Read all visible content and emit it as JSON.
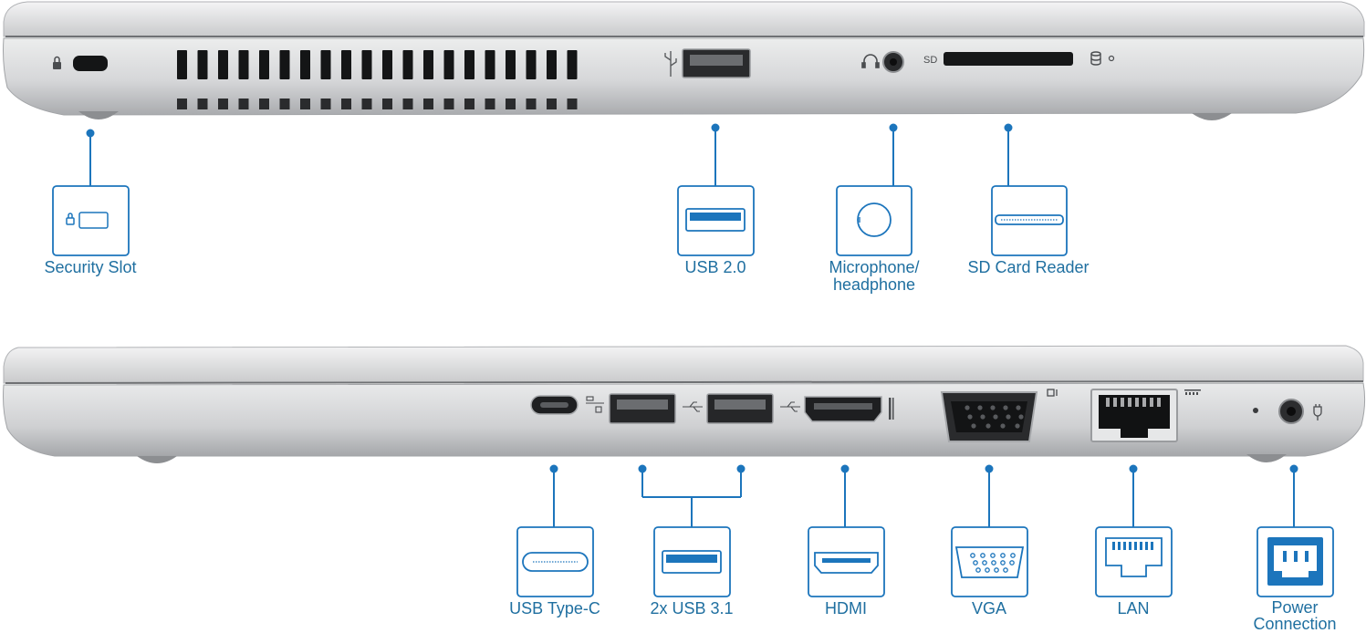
{
  "theme": {
    "accent": "#1c75bc",
    "label_color": "#1f6fa0",
    "chassis_light": "#e4e5e7",
    "chassis_dark": "#b7b9bc"
  },
  "laptop_left_side": {
    "port_markings": {
      "sd": "SD"
    },
    "callouts": [
      {
        "id": "security-slot",
        "icon": "lock-slot-icon",
        "label": "Security Slot"
      },
      {
        "id": "usb-2-0",
        "icon": "usb-a-port-icon",
        "label": "USB 2.0"
      },
      {
        "id": "audio-jack",
        "icon": "audio-jack-icon",
        "label_lines": [
          "Microphone/",
          "headphone"
        ]
      },
      {
        "id": "sd-card-reader",
        "icon": "sd-card-slot-icon",
        "label": "SD Card Reader"
      }
    ]
  },
  "laptop_right_side": {
    "callouts": [
      {
        "id": "usb-type-c",
        "icon": "usb-c-port-icon",
        "label": "USB Type-C"
      },
      {
        "id": "usb-3-1",
        "icon": "usb-a-port-icon",
        "label": "2x USB 3.1"
      },
      {
        "id": "hdmi",
        "icon": "hdmi-port-icon",
        "label": "HDMI"
      },
      {
        "id": "vga",
        "icon": "vga-port-icon",
        "label": "VGA"
      },
      {
        "id": "lan",
        "icon": "ethernet-port-icon",
        "label": "LAN"
      },
      {
        "id": "power",
        "icon": "power-connector-icon",
        "label_lines": [
          "Power",
          "Connection"
        ]
      }
    ]
  }
}
